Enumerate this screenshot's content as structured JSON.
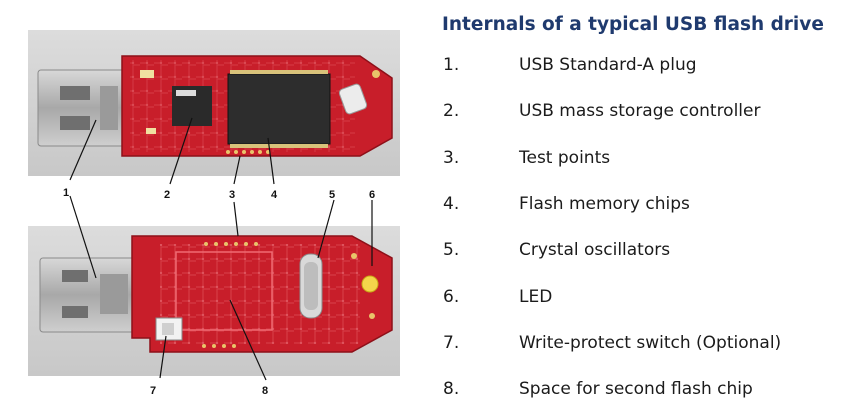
{
  "title": "Internals of a typical USB flash drive",
  "legend": [
    {
      "number": "1.",
      "label": "USB Standard-A plug"
    },
    {
      "number": "2.",
      "label": "USB mass storage controller"
    },
    {
      "number": "3.",
      "label": "Test points"
    },
    {
      "number": "4.",
      "label": "Flash memory chips"
    },
    {
      "number": "5.",
      "label": "Crystal oscillators"
    },
    {
      "number": "6.",
      "label": "LED"
    },
    {
      "number": "7.",
      "label": "Write-protect switch (Optional)"
    },
    {
      "number": "8.",
      "label": "Space for second flash chip"
    }
  ],
  "callouts": {
    "c1": "1",
    "c2": "2",
    "c3": "3",
    "c4": "4",
    "c5": "5",
    "c6": "6",
    "c7": "7",
    "c8": "8"
  },
  "colors": {
    "pcb": "#c81e2a",
    "pcb_dark": "#9e1420",
    "plug_metal": "#b9b9b9",
    "chip": "#2a2a2a",
    "title": "#1f3a6e"
  }
}
